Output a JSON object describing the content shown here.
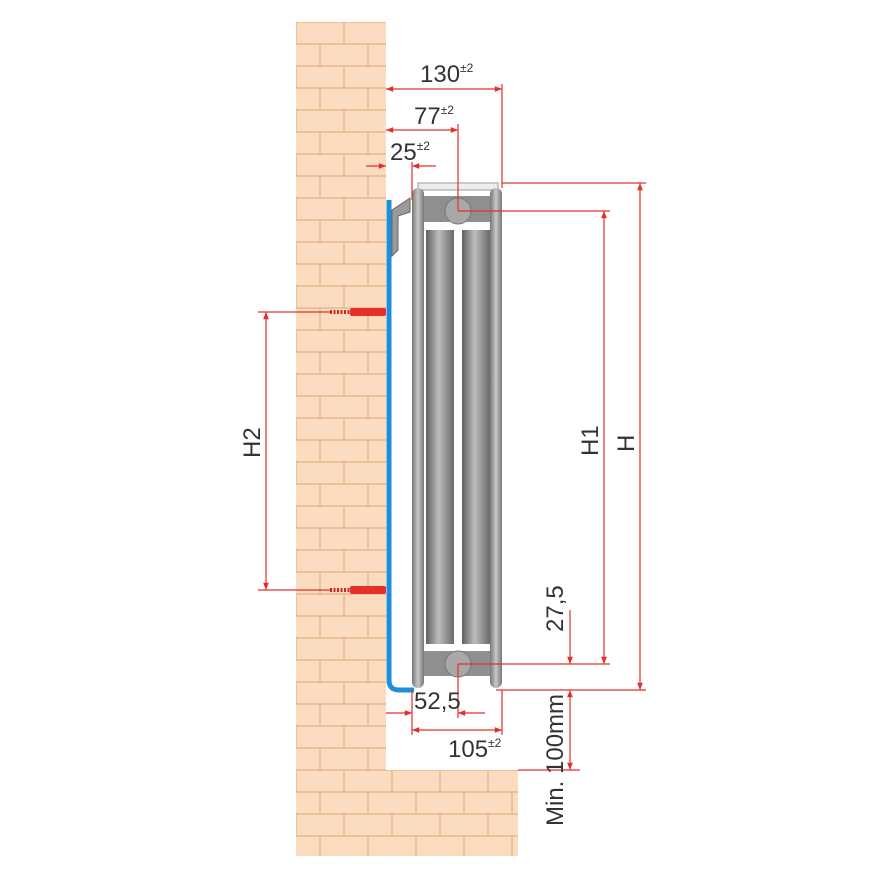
{
  "colors": {
    "brick": "#fbdcc0",
    "mortar": "#e8b68a",
    "dim_line": "#e4302b",
    "bracket": "#1e8fd6",
    "radiator": "#8a8a8a"
  },
  "dimensions": {
    "d130": {
      "value": "130",
      "tolerance": "±2"
    },
    "d77": {
      "value": "77",
      "tolerance": "±2"
    },
    "d25": {
      "value": "25",
      "tolerance": "±2"
    },
    "d105": {
      "value": "105",
      "tolerance": "±2"
    },
    "d52": {
      "value": "52,5"
    },
    "d27": {
      "value": "27,5"
    },
    "min_floor": "Min. 100mm",
    "H": "H",
    "H1": "H1",
    "H2": "H2"
  }
}
